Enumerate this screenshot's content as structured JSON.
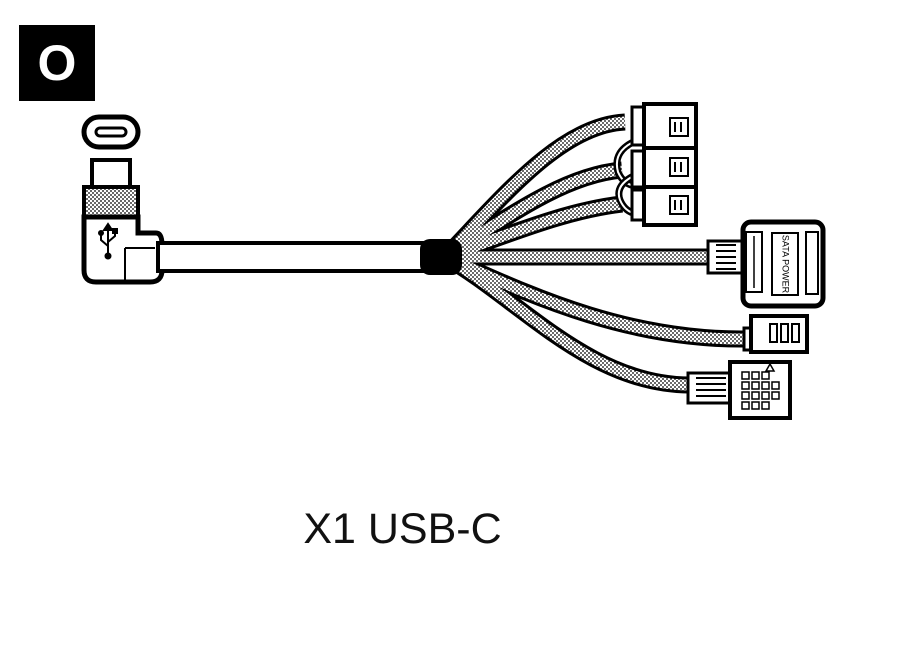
{
  "badge": {
    "letter": "O"
  },
  "connectors": {
    "sata_label": "SATA POWER"
  },
  "caption": {
    "text": "X1 USB-C"
  },
  "colors": {
    "ink": "#000000",
    "paper": "#ffffff",
    "fill": "#f4f4f4"
  },
  "icons": [
    "usb-c-port-icon",
    "usb-trident-icon"
  ]
}
